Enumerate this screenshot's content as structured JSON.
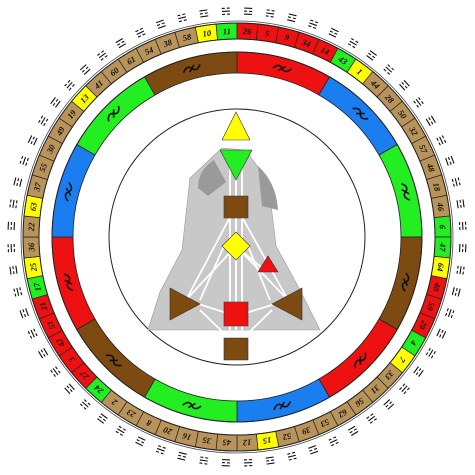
{
  "gates": [
    {
      "n": "10",
      "c": "yellow"
    },
    {
      "n": "11",
      "c": "green"
    },
    {
      "n": "26",
      "c": "red"
    },
    {
      "n": "5",
      "c": "red"
    },
    {
      "n": "9",
      "c": "red"
    },
    {
      "n": "34",
      "c": "red"
    },
    {
      "n": "14",
      "c": "red"
    },
    {
      "n": "43",
      "c": "green"
    },
    {
      "n": "1",
      "c": "yellow"
    },
    {
      "n": "44",
      "c": "tan"
    },
    {
      "n": "28",
      "c": "tan"
    },
    {
      "n": "50",
      "c": "tan"
    },
    {
      "n": "32",
      "c": "tan"
    },
    {
      "n": "57",
      "c": "tan"
    },
    {
      "n": "48",
      "c": "tan"
    },
    {
      "n": "18",
      "c": "tan"
    },
    {
      "n": "46",
      "c": "tan"
    },
    {
      "n": "6",
      "c": "green"
    },
    {
      "n": "47",
      "c": "green"
    },
    {
      "n": "64",
      "c": "yellow"
    },
    {
      "n": "40",
      "c": "red"
    },
    {
      "n": "59",
      "c": "red"
    },
    {
      "n": "29",
      "c": "red"
    },
    {
      "n": "4",
      "c": "green"
    },
    {
      "n": "7",
      "c": "yellow"
    },
    {
      "n": "33",
      "c": "tan"
    },
    {
      "n": "31",
      "c": "tan"
    },
    {
      "n": "56",
      "c": "tan"
    },
    {
      "n": "62",
      "c": "tan"
    },
    {
      "n": "53",
      "c": "tan"
    },
    {
      "n": "39",
      "c": "tan"
    },
    {
      "n": "52",
      "c": "tan"
    },
    {
      "n": "15",
      "c": "yellow"
    },
    {
      "n": "12",
      "c": "tan"
    },
    {
      "n": "45",
      "c": "tan"
    },
    {
      "n": "35",
      "c": "tan"
    },
    {
      "n": "16",
      "c": "tan"
    },
    {
      "n": "20",
      "c": "tan"
    },
    {
      "n": "8",
      "c": "tan"
    },
    {
      "n": "23",
      "c": "tan"
    },
    {
      "n": "2",
      "c": "tan"
    },
    {
      "n": "24",
      "c": "green"
    },
    {
      "n": "27",
      "c": "red"
    },
    {
      "n": "3",
      "c": "red"
    },
    {
      "n": "42",
      "c": "red"
    },
    {
      "n": "51",
      "c": "red"
    },
    {
      "n": "21",
      "c": "red"
    },
    {
      "n": "17",
      "c": "green"
    },
    {
      "n": "25",
      "c": "yellow"
    },
    {
      "n": "36",
      "c": "tan"
    },
    {
      "n": "22",
      "c": "tan"
    },
    {
      "n": "63",
      "c": "yellow"
    },
    {
      "n": "37",
      "c": "tan"
    },
    {
      "n": "55",
      "c": "tan"
    },
    {
      "n": "30",
      "c": "tan"
    },
    {
      "n": "49",
      "c": "tan"
    },
    {
      "n": "19",
      "c": "tan"
    },
    {
      "n": "13",
      "c": "yellow"
    },
    {
      "n": "41",
      "c": "tan"
    },
    {
      "n": "60",
      "c": "tan"
    },
    {
      "n": "61",
      "c": "tan"
    },
    {
      "n": "54",
      "c": "tan"
    },
    {
      "n": "38",
      "c": "tan"
    },
    {
      "n": "58",
      "c": "tan"
    }
  ],
  "zodiac": [
    {
      "c": "red",
      "icon": "aries-glyph-icon"
    },
    {
      "c": "blue",
      "icon": "taurus-glyph-icon"
    },
    {
      "c": "green",
      "icon": "gemini-glyph-icon"
    },
    {
      "c": "brown",
      "icon": "cancer-glyph-icon"
    },
    {
      "c": "red",
      "icon": "leo-glyph-icon"
    },
    {
      "c": "blue",
      "icon": "virgo-glyph-icon"
    },
    {
      "c": "green",
      "icon": "libra-glyph-icon"
    },
    {
      "c": "brown",
      "icon": "scorpio-glyph-icon"
    },
    {
      "c": "red",
      "icon": "sagittarius-glyph-icon"
    },
    {
      "c": "blue",
      "icon": "capricorn-glyph-icon"
    },
    {
      "c": "green",
      "icon": "aquarius-glyph-icon"
    },
    {
      "c": "brown",
      "icon": "pisces-glyph-icon"
    }
  ],
  "colors": {
    "tan": "#b8945a",
    "yellow": "#ffff00",
    "green": "#22ee22",
    "red": "#ee1111",
    "blue": "#1b7ef0",
    "brown": "#7d4a12",
    "body": "#c8c8c8",
    "head": "#9a9a9a"
  },
  "centers": [
    {
      "id": "head-center",
      "shape": "triangle-up",
      "c": "yellow"
    },
    {
      "id": "ajna-center",
      "shape": "triangle-down",
      "c": "green"
    },
    {
      "id": "throat-center",
      "shape": "square",
      "c": "brown"
    },
    {
      "id": "g-center",
      "shape": "diamond",
      "c": "yellow"
    },
    {
      "id": "heart-center",
      "shape": "triangle-small",
      "c": "red"
    },
    {
      "id": "spleen-center",
      "shape": "triangle-right",
      "c": "brown"
    },
    {
      "id": "solar-plexus-center",
      "shape": "triangle-left",
      "c": "brown"
    },
    {
      "id": "sacral-center",
      "shape": "square",
      "c": "red"
    },
    {
      "id": "root-center",
      "shape": "square",
      "c": "brown"
    }
  ]
}
